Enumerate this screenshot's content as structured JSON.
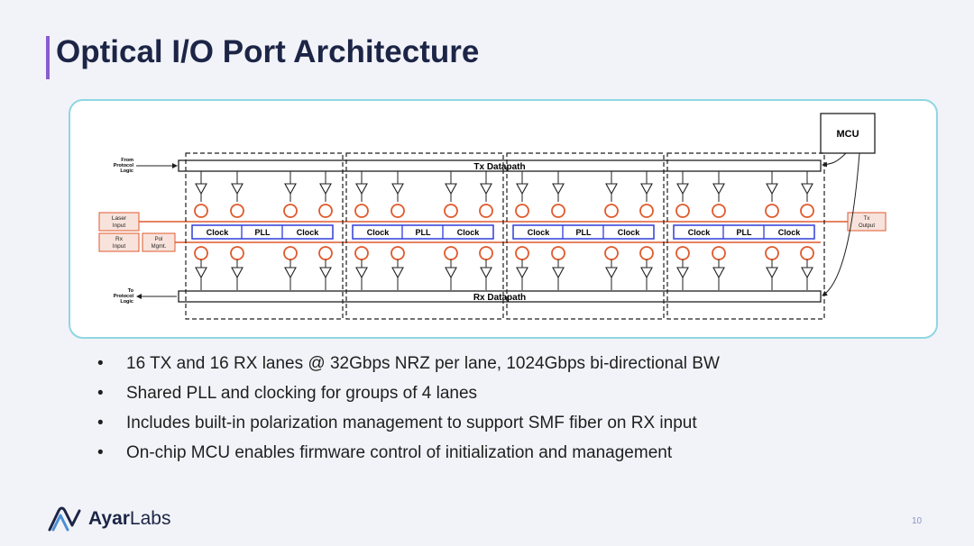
{
  "title": "Optical I/O Port Architecture",
  "diagram": {
    "mcu": "MCU",
    "from_protocol": [
      "From",
      "Protocol",
      "Logic"
    ],
    "to_protocol": [
      "To",
      "Protocol",
      "Logic"
    ],
    "tx_datapath": "Tx Datapath",
    "rx_datapath": "Rx Datapath",
    "laser_input": [
      "Laser",
      "Input"
    ],
    "rx_input": [
      "Rx",
      "Input"
    ],
    "pol_mgmt": [
      "Pol",
      "Mgmt."
    ],
    "tx_output": [
      "Tx",
      "Output"
    ],
    "clock": "Clock",
    "pll": "PLL",
    "colors": {
      "ring": "#e05a2b",
      "waveguide": "#e05a2b",
      "clock_box": "#2f3fd9",
      "datapath": "#1f1f1f"
    }
  },
  "bullets": [
    "16 TX and 16 RX lanes @ 32Gbps NRZ per lane, 1024Gbps bi-directional BW",
    "Shared PLL and clocking for groups of 4 lanes",
    "Includes built-in polarization management to support SMF fiber on RX input",
    "On-chip MCU enables firmware control of initialization and management"
  ],
  "logo": {
    "part1": "Ayar",
    "part2": "Labs"
  },
  "page_number": "10"
}
